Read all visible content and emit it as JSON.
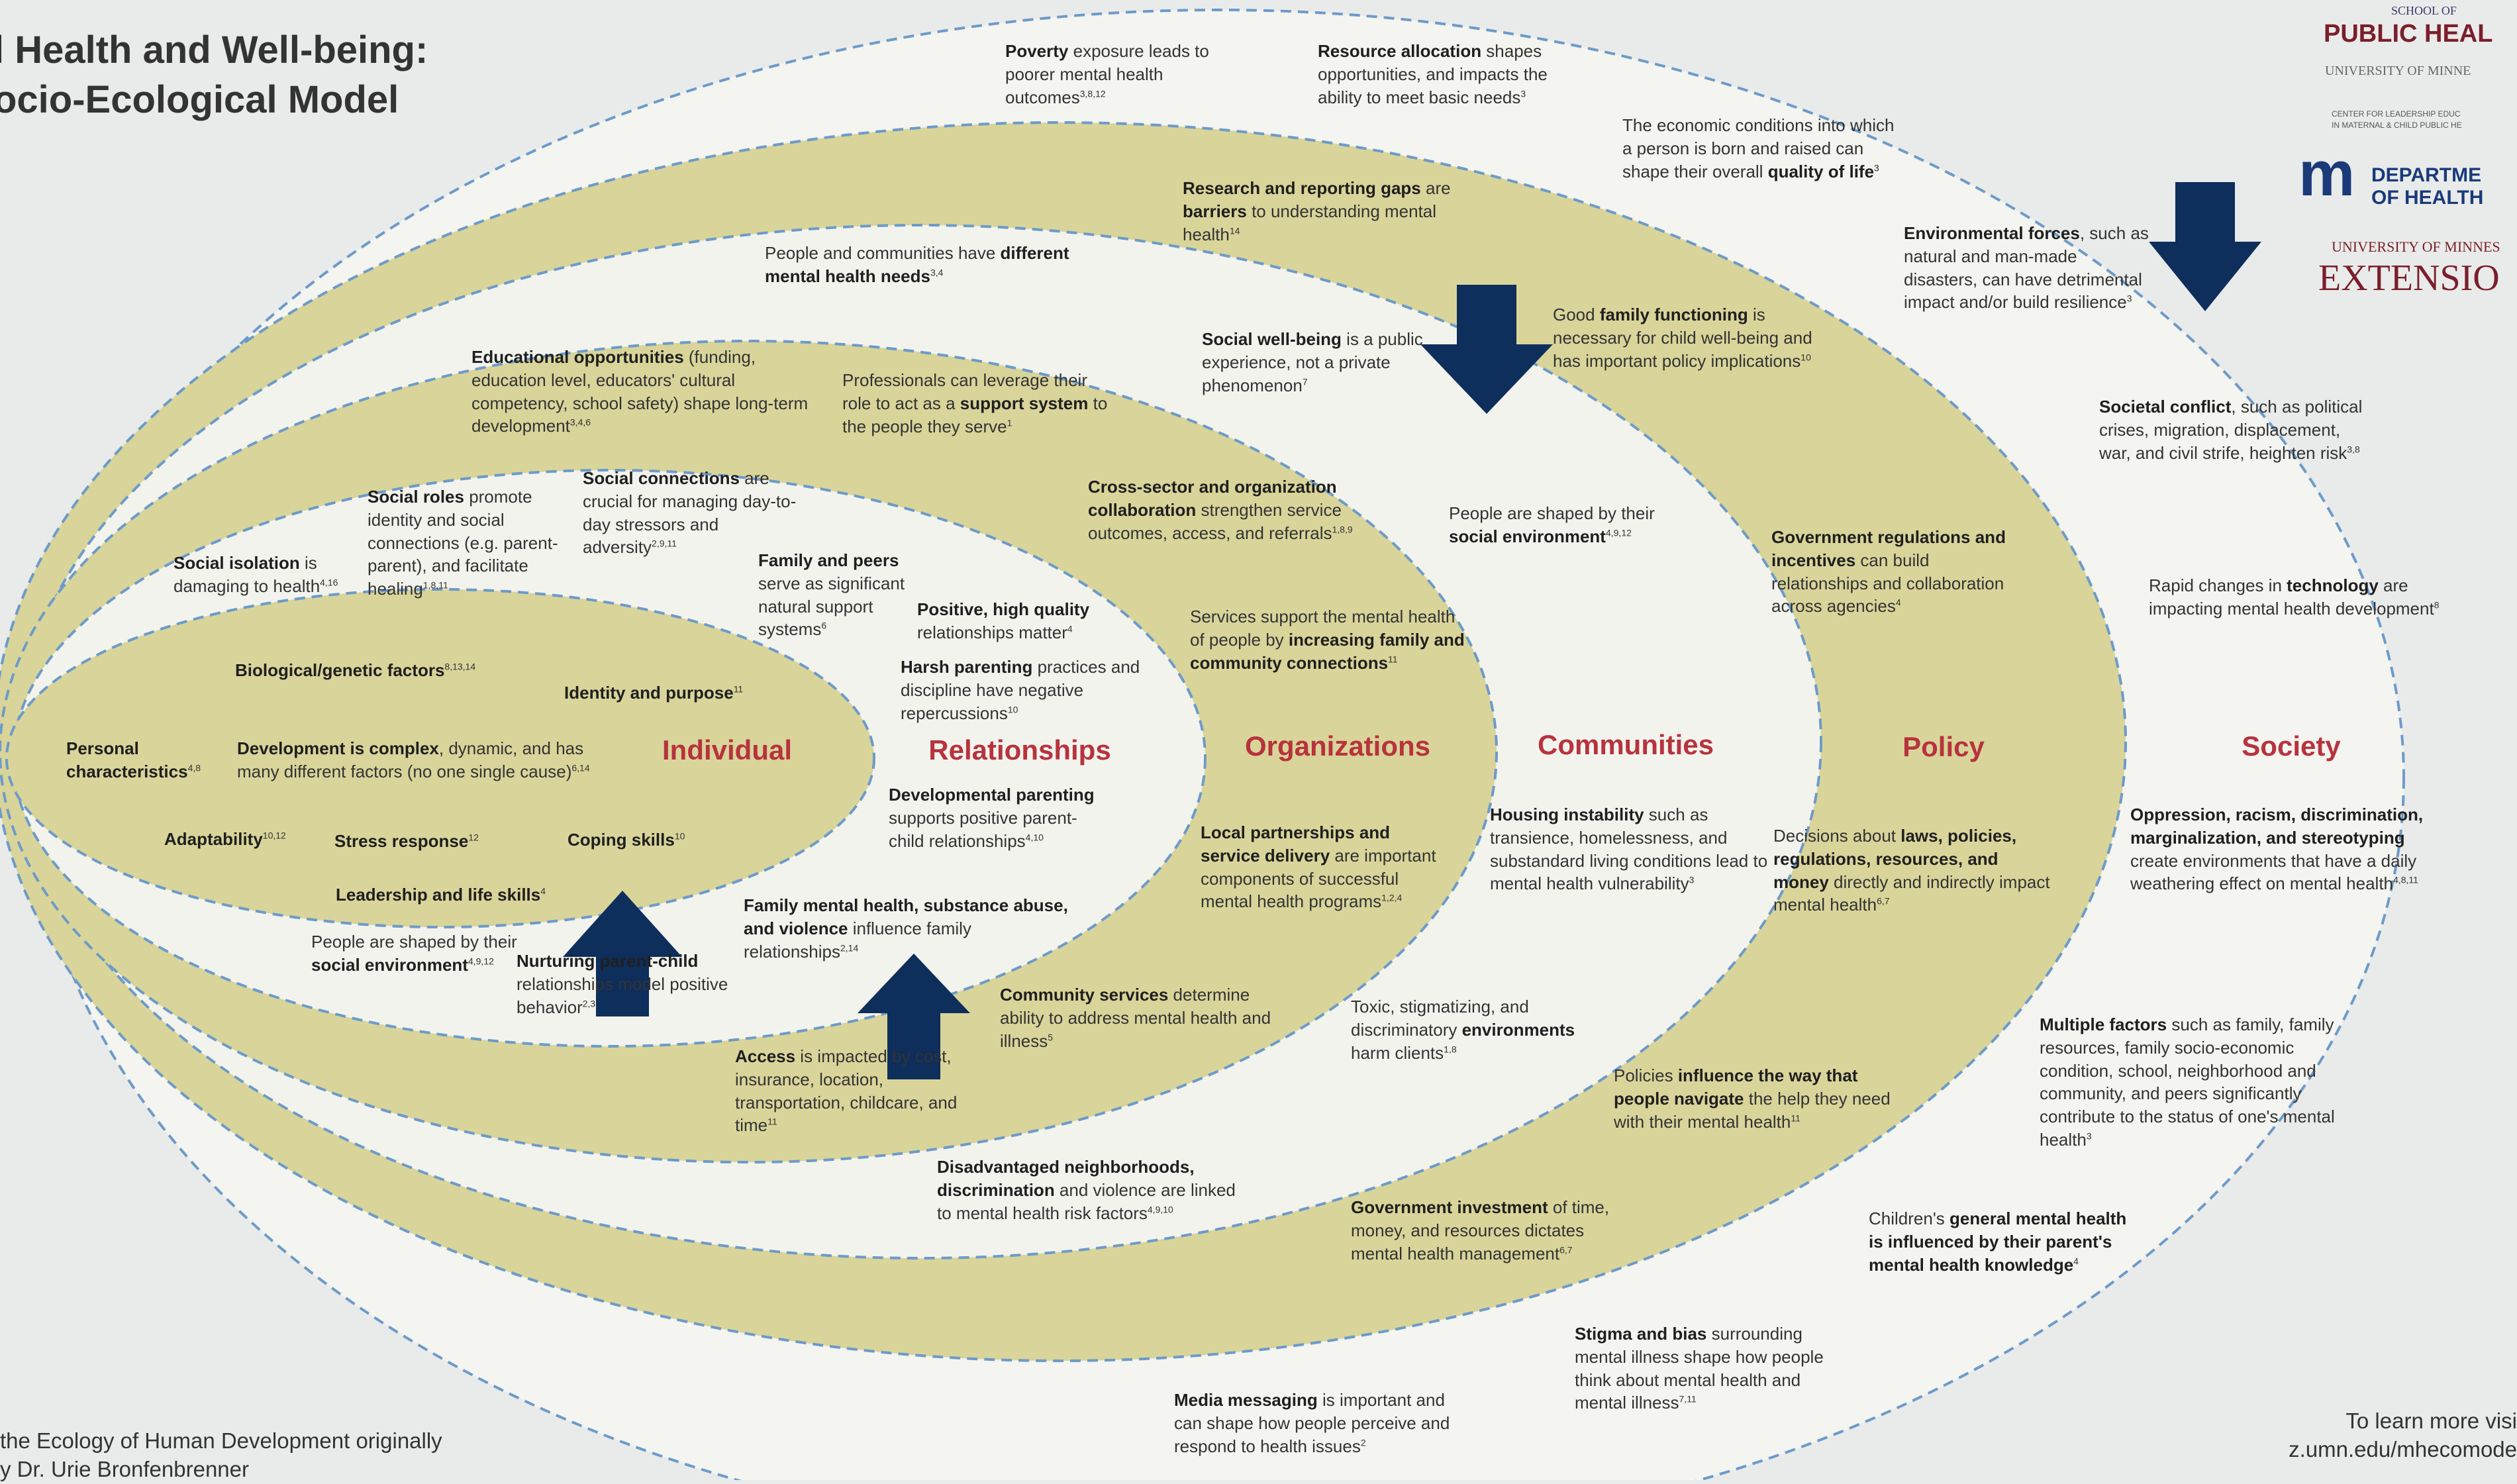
{
  "title": "l Health and Well-being:\nocio-Ecological Model",
  "levels": {
    "individual": "Individual",
    "relationships": "Relationships",
    "organizations": "Organizations",
    "communities": "Communities",
    "policy": "Policy",
    "society": "Society"
  },
  "items": {
    "poverty": "<b>Poverty</b> exposure leads to poorer mental health outcomes<sup>3,8,12</sup>",
    "resource": "<b>Resource allocation</b> shapes opportunities, and impacts the ability to meet basic needs<sup>3</sup>",
    "economic": "The economic conditions into which a person is born and raised can shape their overall <b>quality of life</b><sup>3</sup>",
    "research": "<b>Research and reporting gaps</b> are <b>barriers</b> to understanding mental health<sup>14</sup>",
    "needs": "People and communities have <b>different mental health needs</b><sup>3,4</sup>",
    "environmental": "<b>Environmental forces</b>, such as natural and man-made disasters, can have detrimental impact and/or build resilience<sup>3</sup>",
    "educational": "<b>Educational opportunities</b> (funding, education level, educators' cultural competency, school safety) shape long-term development<sup>3,4,6</sup>",
    "professionals": "Professionals can leverage their role to act as a <b>support system</b> to the people they serve<sup>1</sup>",
    "social_wellbeing": "<b>Social well-being</b> is a public experience, not a private phenomenon<sup>7</sup>",
    "family_functioning": "Good <b>family functioning</b> is necessary for child well-being and has important policy implications<sup>10</sup>",
    "societal_conflict": "<b>Societal conflict</b>, such as political crises, migration, displacement, war, and civil strife, heighten risk<sup>3,8</sup>",
    "social_roles": "<b>Social roles</b> promote identity and social connections (e.g. parent- parent), and facilitate healing<sup>1,8,11</sup>",
    "social_connections": "<b>Social connections</b> are crucial for managing day-to-day stressors and adversity<sup>2,9,11</sup>",
    "cross_sector": "<b>Cross-sector and organization collaboration</b> strengthen service outcomes, access, and referrals<sup>1,8,9</sup>",
    "social_env_comm": "People are shaped by their <b>social environment</b><sup>4,9,12</sup>",
    "gov_regulations": "<b>Government regulations and incentives</b> can build relationships and collaboration across agencies<sup>4</sup>",
    "social_isolation": "<b>Social isolation</b> is damaging to health<sup>4,16</sup>",
    "family_peers": "<b>Family and peers</b> serve as significant natural support systems<sup>6</sup>",
    "positive_rel": "<b>Positive, high quality</b> relationships matter<sup>4</sup>",
    "services_support": "Services support the mental health of people by <b>increasing family and community connections</b><sup>11</sup>",
    "rapid_changes": "Rapid changes in <b>technology</b> are impacting mental health development<sup>8</sup>",
    "biological": "<b>Biological/genetic factors</b><sup>8,13,14</sup>",
    "identity": "<b>Identity and purpose</b><sup>11</sup>",
    "harsh_parenting": "<b>Harsh parenting</b> practices and discipline have negative repercussions<sup>10</sup>",
    "personal": "<b>Personal characteristics</b><sup>4,8</sup>",
    "development": "<b>Development is complex</b>, dynamic, and has many different factors (no one single cause)<sup>6,14</sup>",
    "adaptability": "<b>Adaptability</b><sup>10,12</sup>",
    "stress": "<b>Stress response</b><sup>12</sup>",
    "coping": "<b>Coping skills</b><sup>10</sup>",
    "leadership": "<b>Leadership and life skills</b><sup>4</sup>",
    "dev_parenting": "<b>Developmental parenting</b> supports positive parent-child relationships<sup>4,10</sup>",
    "local_partnerships": "<b>Local partnerships and service delivery</b> are important components of successful mental health programs<sup>1,2,4</sup>",
    "housing": "<b>Housing instability</b> such as transience, homelessness, and substandard living conditions lead to mental health vulnerability<sup>3</sup>",
    "decisions": "Decisions about <b>laws, policies, regulations, resources, and money</b> directly and indirectly impact mental health<sup>6,7</sup>",
    "oppression": "<b>Oppression, racism, discrimination, marginalization, and stereotyping</b> create environments that have a daily weathering effect on mental health<sup>4,8,11</sup>",
    "social_env_ind": "People are shaped by their <b>social environment</b><sup>4,9,12</sup>",
    "nurturing": "<b>Nurturing parent-child</b> relationships model positive behavior<sup>2,3</sup>",
    "family_mh": "<b>Family mental health, substance abuse, and violence</b> influence family relationships<sup>2,14</sup>",
    "community_services": "<b>Community services</b> determine ability to address mental health and illness<sup>5</sup>",
    "toxic": "Toxic, stigmatizing, and discriminatory <b>environments</b> harm clients<sup>1,8</sup>",
    "multiple_factors": "<b>Multiple factors</b> such as family, family resources, family socio-economic condition, school, neighborhood and community, and peers significantly contribute to the status of one's mental health<sup>3</sup>",
    "access": "<b>Access</b> is impacted by cost, insurance, location, transportation, childcare, and time<sup>11</sup>",
    "policies_influence": "Policies <b>influence the way that people navigate</b> the help they need with their mental health<sup>11</sup>",
    "disadvantaged": "<b>Disadvantaged neighborhoods, discrimination</b> and violence are linked to mental health risk factors<sup>4,9,10</sup>",
    "gov_investment": "<b>Government investment</b> of time, money, and resources dictates mental health management<sup>6,7</sup>",
    "children": "Children's <b>general mental health is influenced by their parent's mental health knowledge</b><sup>4</sup>",
    "stigma": "<b>Stigma and bias</b> surrounding mental illness shape how people think about mental health and mental illness<sup>7,11</sup>",
    "media": "<b>Media messaging</b> is important and can shape how people perceive and respond to health issues<sup>2</sup>"
  },
  "footer": {
    "left": "the Ecology of Human Development originally\ny Dr. Urie Bronfenbrenner",
    "right": "To learn more visi\nz.umn.edu/mhecomode"
  },
  "logos": {
    "sph_school": "SCHOOL OF",
    "sph_name": "PUBLIC HEAL",
    "sph_univ": "UNIVERSITY OF MINNE",
    "center": "CENTER FOR LEADERSHIP EDUC",
    "center2": "IN MATERNAL & CHILD PUBLIC HE",
    "mdh_mark": "m",
    "mdh_line1": "DEPARTME",
    "mdh_line2": "OF HEALTH",
    "ext_univ": "UNIVERSITY OF MINNES",
    "ext_name": "EXTENSIO"
  },
  "colors": {
    "ring_fill": "#d9d49a",
    "light_band": "#f3f3ee",
    "label_red": "#b7333d",
    "arrow_navy": "#0e2e5c",
    "dash_blue": "#6d9bc9"
  },
  "arrows": [
    {
      "name": "arrow-down-1",
      "direction": "down"
    },
    {
      "name": "arrow-down-2",
      "direction": "down"
    },
    {
      "name": "arrow-up-1",
      "direction": "up"
    },
    {
      "name": "arrow-up-2",
      "direction": "up"
    }
  ]
}
